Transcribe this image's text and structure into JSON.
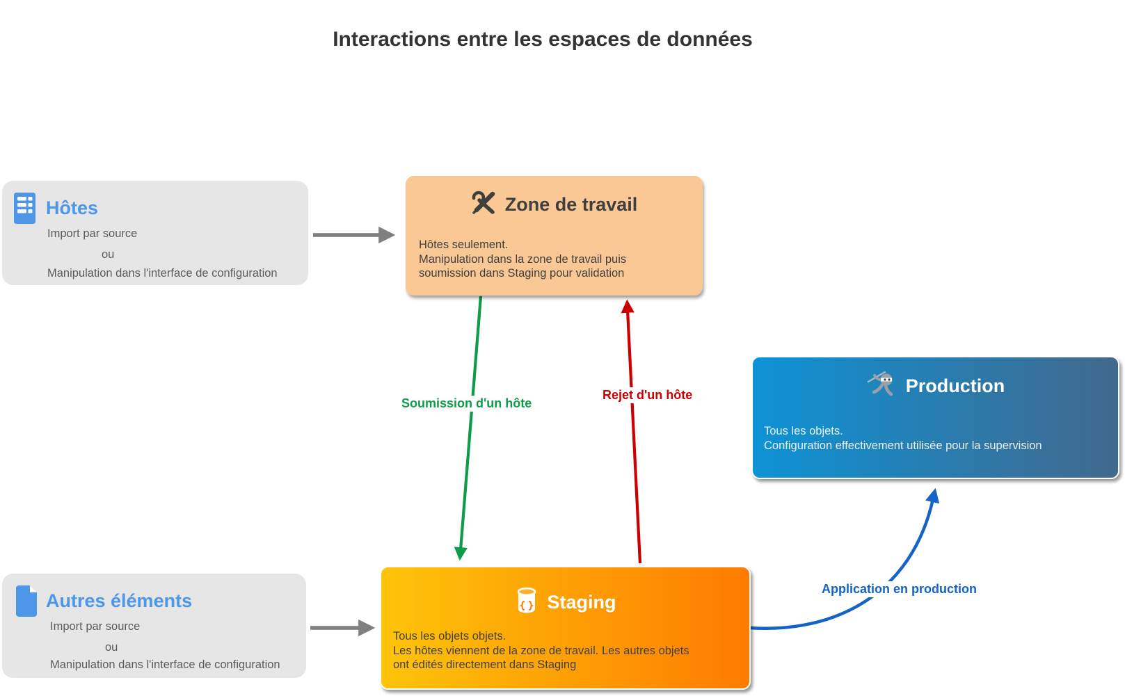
{
  "title": "Interactions entre les espaces de données",
  "colors": {
    "title_text": "#333333",
    "source_box_bg": "#E6E6E6",
    "source_title_blue": "#4D96E8",
    "zone_bg": "#F9C895",
    "staging_gradient_left": "#FEC40A",
    "staging_gradient_right": "#FF7B00",
    "production_gradient_left": "#0D93D6",
    "production_gradient_right": "#42688C",
    "arrow_gray": "#7F7F7F",
    "arrow_green": "#0D9C49",
    "arrow_red": "#CC0000",
    "arrow_blue": "#1463C7"
  },
  "sources": {
    "hotes": {
      "title": "Hôtes",
      "icon": "server-icon",
      "lines": [
        "Import par source",
        "ou",
        "Manipulation dans l'interface de configuration"
      ]
    },
    "autres": {
      "title": "Autres éléments",
      "icon": "document-icon",
      "lines": [
        "Import par source",
        "ou",
        "Manipulation dans l'interface de configuration"
      ]
    }
  },
  "spaces": {
    "zone": {
      "title": "Zone de travail",
      "icon": "tools-icon",
      "lines": [
        "Hôtes seulement.",
        "Manipulation dans la zone de travail puis",
        "soumission dans Staging pour validation"
      ]
    },
    "staging": {
      "title": "Staging",
      "icon": "database-icon",
      "lines": [
        "Tous les objets objets.",
        "Les hôtes viennent de la zone de travail. Les autres objets",
        "ont édités directement dans Staging"
      ]
    },
    "production": {
      "title": "Production",
      "icon": "ninja-icon",
      "lines": [
        "Tous les objets.",
        "Configuration effectivement utilisée pour la supervision"
      ]
    }
  },
  "arrows": {
    "soumission": {
      "label": "Soumission d'un hôte"
    },
    "rejet": {
      "label": "Rejet d'un hôte"
    },
    "application": {
      "label": "Application en production"
    }
  }
}
